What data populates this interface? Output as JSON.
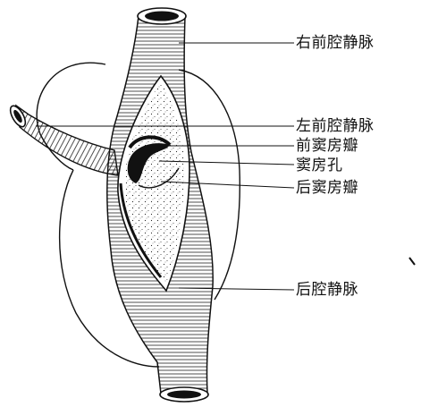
{
  "labels": {
    "right_anterior_vena_cava": "右前腔静脉",
    "left_anterior_vena_cava": "左前腔静脉",
    "anterior_sinoatrial_valve": "前窦房瓣",
    "sinoatrial_orifice": "窦房孔",
    "posterior_sinoatrial_valve": "后窦房瓣",
    "posterior_vena_cava": "后腔静脉"
  },
  "colors": {
    "ink": "#111111",
    "paper": "#ffffff"
  }
}
